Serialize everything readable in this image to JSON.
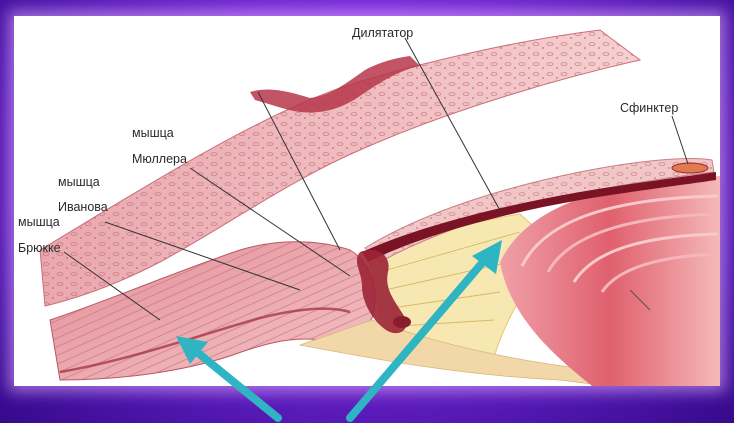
{
  "labels": {
    "dilatator": "Дилятатор",
    "sphincter": "Сфинктер",
    "muller_line1": "мышца",
    "muller_line2": "Мюллера",
    "ivanov_line1": "мышца",
    "ivanov_line2": "Иванова",
    "brucke_line1": "мышца",
    "brucke_line2": "Брюкке"
  },
  "colors": {
    "frame": "#7f2de0",
    "arrow": "#2fb4c4",
    "tissue_pink": "#eeb3b8",
    "tissue_dark": "#8a1d2c",
    "lens_red": "#e05a6a",
    "zonule_yellow": "#f5e6a8"
  },
  "arrows": {
    "count": 2,
    "color": "cyan"
  }
}
